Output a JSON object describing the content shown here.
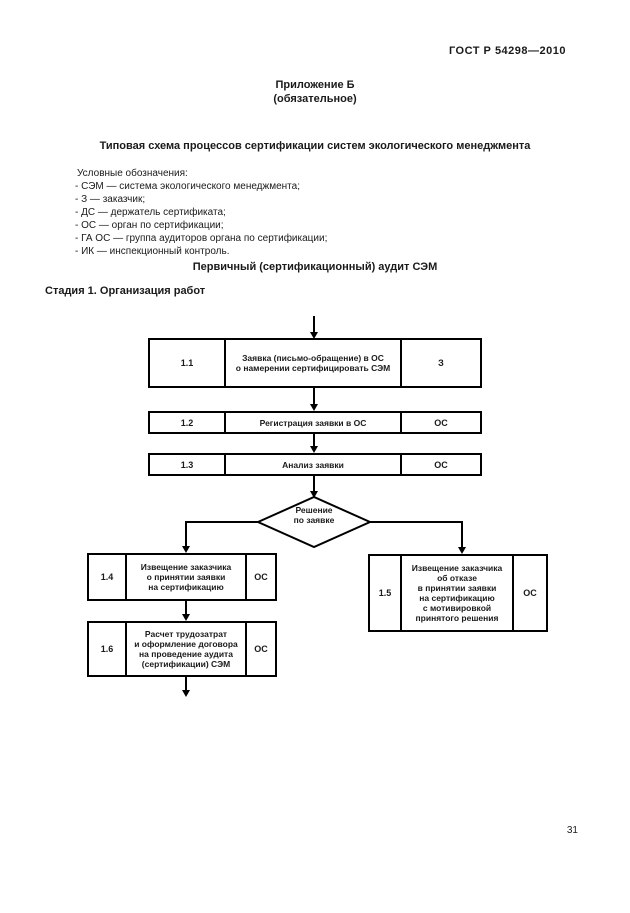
{
  "page": {
    "header": "ГОСТ Р 54298—2010",
    "appendix_title": "Приложение Б",
    "appendix_subtitle": "(обязательное)",
    "title": "Типовая схема процессов сертификации систем экологического менеджмента",
    "page_number": "31"
  },
  "legend": {
    "heading": "Условные обозначения:",
    "items": [
      "- СЭМ — система экологического менеджмента;",
      "- З — заказчик;",
      "- ДС — держатель сертификата;",
      "- ОС — орган по сертификации;",
      "- ГА ОС — группа аудиторов органа по сертификации;",
      "- ИК — инспекционный контроль."
    ]
  },
  "sections": {
    "audit_heading": "Первичный (сертификационный) аудит СЭМ",
    "stage_heading": "Стадия 1. Организация работ"
  },
  "flowchart": {
    "decision": "Решение\nпо заявке",
    "steps": [
      {
        "num": "1.1",
        "text": "Заявка (письмо-обращение) в ОС\nо намерении сертифицировать СЭМ",
        "actor": "З"
      },
      {
        "num": "1.2",
        "text": "Регистрация заявки в ОС",
        "actor": "ОС"
      },
      {
        "num": "1.3",
        "text": "Анализ заявки",
        "actor": "ОС"
      },
      {
        "num": "1.4",
        "text": "Извещение заказчика\nо принятии заявки\nна сертификацию",
        "actor": "ОС"
      },
      {
        "num": "1.5",
        "text": "Извещение заказчика\nоб отказе\nв принятии заявки\nна сертификацию\nс мотивировкой\nпринятого решения",
        "actor": "ОС"
      },
      {
        "num": "1.6",
        "text": "Расчет трудозатрат\nи оформление договора\nна проведение аудита\n(сертификации) СЭМ",
        "actor": "ОС"
      }
    ]
  }
}
